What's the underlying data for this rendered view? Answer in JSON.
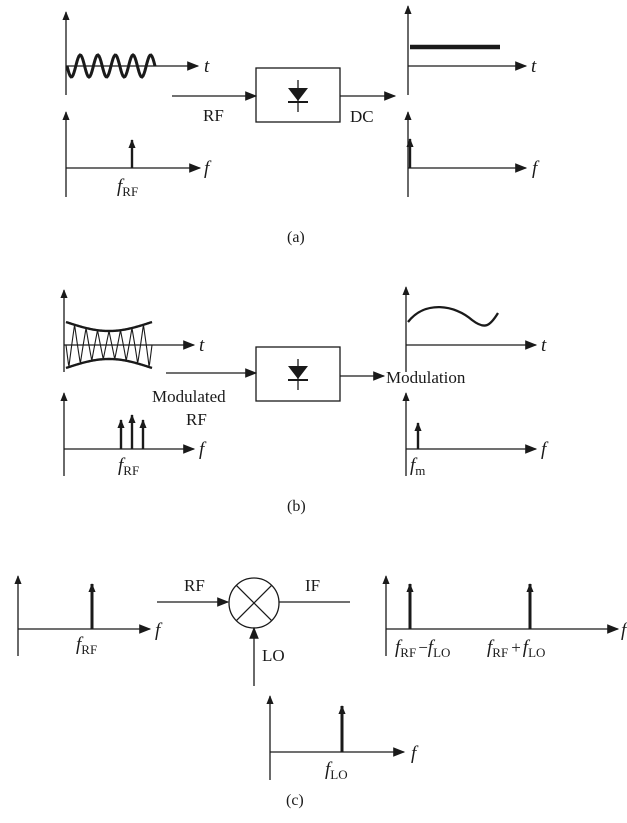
{
  "panel_a": {
    "caption": "(a)",
    "time_axis_label": "t",
    "freq_axis_label": "f",
    "input_label": "RF",
    "output_label": "DC",
    "freq_marker": {
      "var": "f",
      "sub": "RF"
    }
  },
  "panel_b": {
    "caption": "(b)",
    "time_axis_label": "t",
    "freq_axis_label": "f",
    "input_label_line1": "Modulated",
    "input_label_line2": "RF",
    "output_label": "Modulation",
    "freq_marker": {
      "var": "f",
      "sub": "RF"
    },
    "out_freq_marker": {
      "var": "f",
      "sub": "m"
    }
  },
  "panel_c": {
    "caption": "(c)",
    "freq_axis_label": "f",
    "rf_label": "RF",
    "if_label": "IF",
    "lo_label": "LO",
    "rf_marker": {
      "var": "f",
      "sub": "RF"
    },
    "lo_marker": {
      "var": "f",
      "sub": "LO"
    },
    "diff_marker": {
      "a": "f",
      "a_sub": "RF",
      "op": "−",
      "b": "f",
      "b_sub": "LO"
    },
    "sum_marker": {
      "a": "f",
      "a_sub": "RF",
      "op": "+",
      "b": "f",
      "b_sub": "LO"
    }
  },
  "colors": {
    "ink": "#1a1a1a",
    "background": "#ffffff"
  }
}
